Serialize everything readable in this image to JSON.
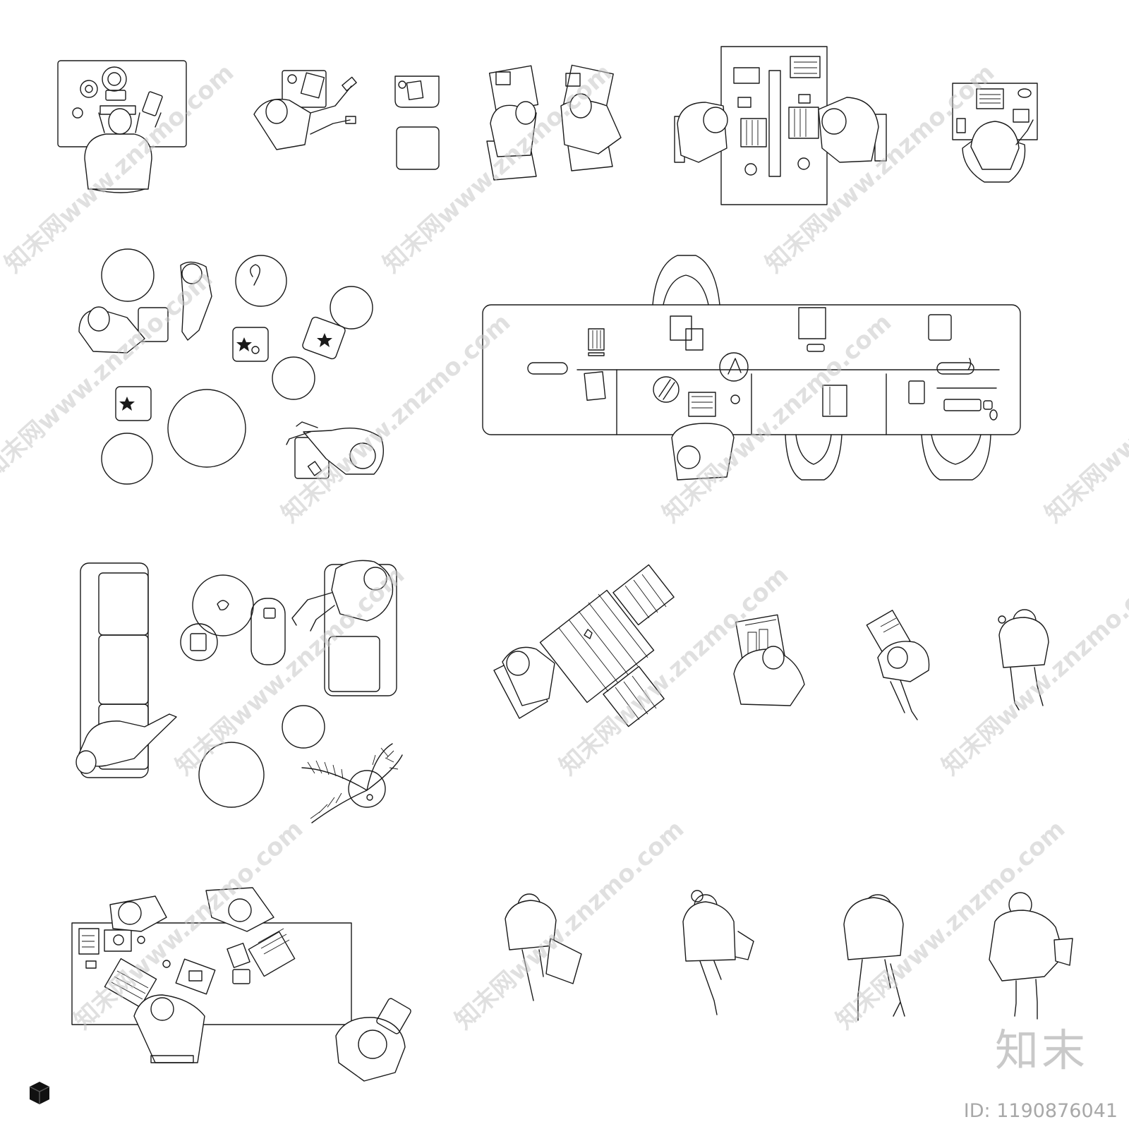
{
  "watermark": {
    "text": "知末网www.znzmo.com"
  },
  "brand": {
    "logo_text": "知末",
    "id_text": "ID: 1190876041"
  },
  "icons": {
    "corner": "cube-icon"
  },
  "colors": {
    "line": "#1a1a1a",
    "background": "#ffffff",
    "watermark": "#c8c8c8"
  }
}
